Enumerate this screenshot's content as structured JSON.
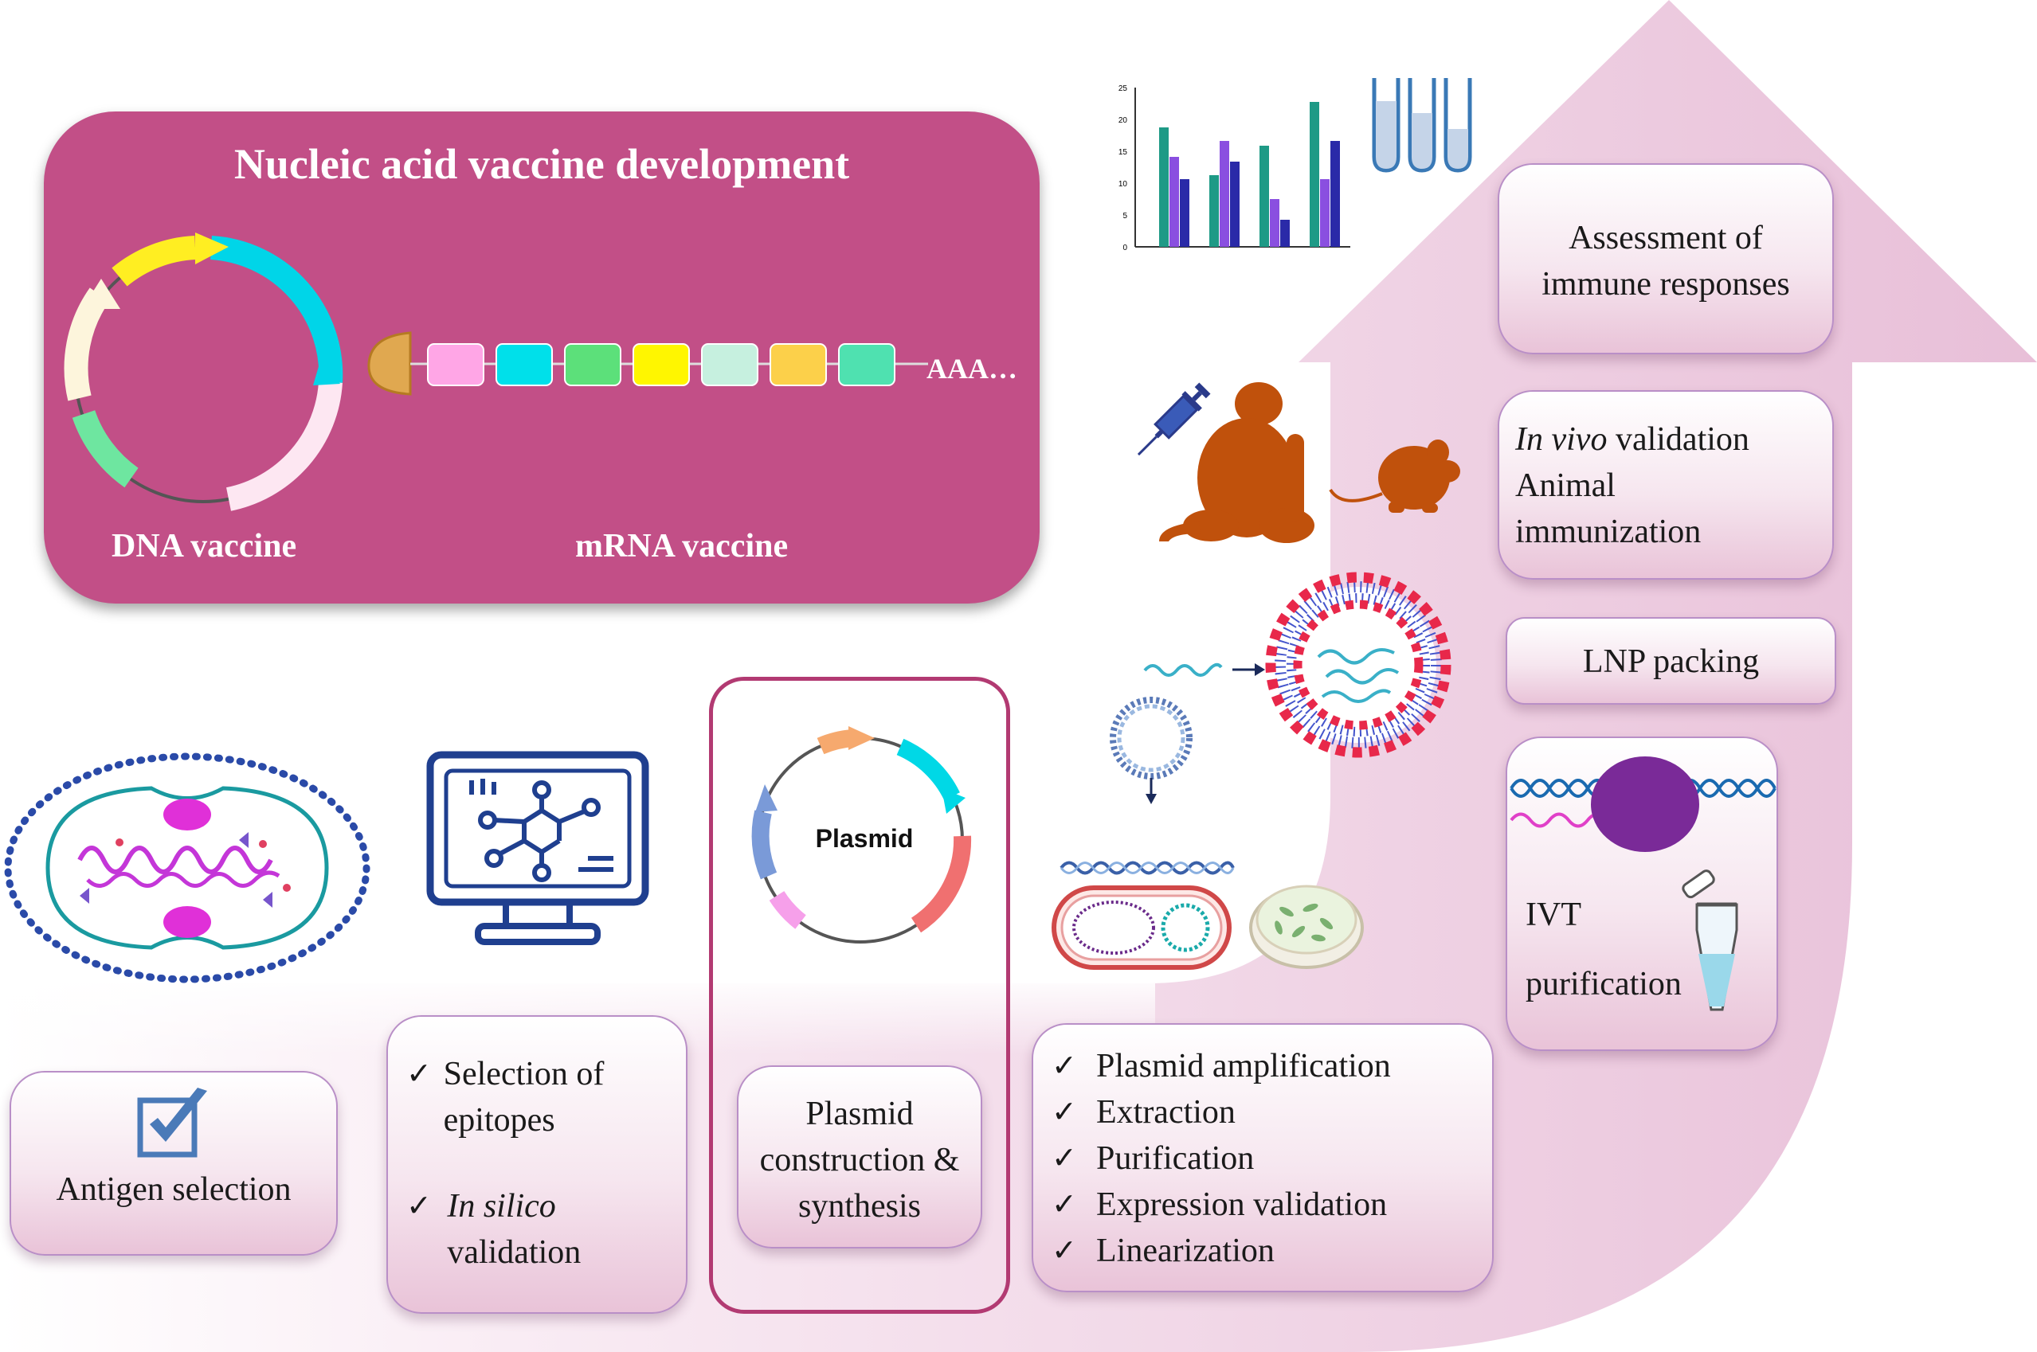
{
  "header_panel": {
    "title": "Nucleic acid vaccine development",
    "dna_label": "DNA vaccine",
    "mrna_label": "mRNA vaccine",
    "polya_label": "AAA…"
  },
  "plasmid_label": "Plasmid",
  "steps": {
    "antigen_selection": "Antigen selection",
    "epitopes": [
      "Selection of epitopes",
      "In silico validation"
    ],
    "plasmid_construction": "Plasmid construction & synthesis",
    "plasmid_processing": [
      "Plasmid amplification",
      "Extraction",
      "Purification",
      "Expression validation",
      "Linearization"
    ],
    "ivt": "IVT",
    "purification": "purification",
    "lnp": "LNP packing",
    "in_vivo_italic": "In vivo",
    "in_vivo_rest": "validation",
    "animal": "Animal immunization",
    "assessment": "Assessment of immune responses"
  },
  "mini_chart": {
    "y_ticks": [
      "0",
      "5",
      "10",
      "15",
      "20",
      "25"
    ]
  },
  "colors": {
    "panel": "#c24f87",
    "arrow": "#e8bfd8",
    "animal": "#c0510c",
    "monitor": "#1f3f8f",
    "plasmid_frame": "#b23a72"
  }
}
